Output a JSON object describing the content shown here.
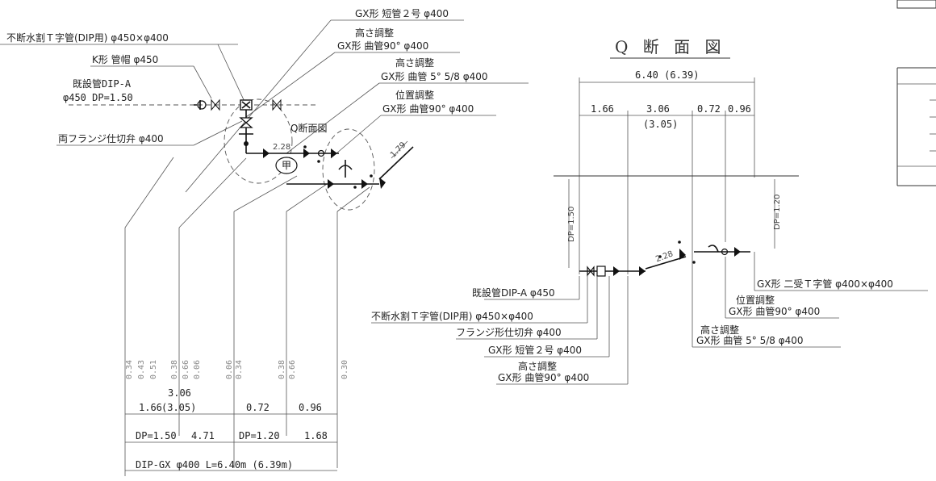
{
  "left_plan": {
    "labels": {
      "short_pipe": "GX形 短管２号 φ400",
      "tee": "不断水割Ｔ字管(DIP用) φ450×φ400",
      "height_adj1": "高さ調整",
      "bend90_a": "GX形 曲管90° φ400",
      "cap": "K形 管帽 φ450",
      "height_adj2": "高さ調整",
      "bend5": "GX形 曲管 5° 5/8 φ400",
      "existing": "既設管DIP-A",
      "existing_dp": "φ450 DP=1.50",
      "pos_adj": "位置調整",
      "bend90_b": "GX形 曲管90° φ400",
      "valve": "両フランジ仕切弁 φ400",
      "q_callout": "Q断面図",
      "pipe_len": "2.28",
      "kou": "甲",
      "angle_len": "1.79"
    },
    "offsets": [
      "0.34",
      "0.43",
      "0.51",
      "0.38",
      "0.66",
      "0.06",
      "0.06",
      "0.34",
      "0.38",
      "0.66",
      "0.30"
    ],
    "dims": {
      "d1": "1.66",
      "d2": "3.06",
      "d2b": "(3.05)",
      "d3": "0.72",
      "d4": "0.96",
      "dp1": "DP=1.50",
      "seg1": "4.71",
      "dp2": "DP=1.20",
      "seg2": "1.68",
      "total": "DIP-GX  φ400  L=6.40m  (6.39m)"
    }
  },
  "q_section": {
    "title": "Q 断 面 図",
    "total": "6.40 (6.39)",
    "d1": "1.66",
    "d2": "3.06",
    "d2b": "(3.05)",
    "d3": "0.72",
    "d4": "0.96",
    "dp_left": "DP=1.50",
    "dp_right": "DP=1.20",
    "pipe_len": "2.28",
    "labels": {
      "existing": "既設管DIP-A φ450",
      "tee": "不断水割Ｔ字管(DIP用) φ450×φ400",
      "valve": "フランジ形仕切弁 φ400",
      "short_pipe": "GX形 短管２号 φ400",
      "height_adj": "高さ調整",
      "bend90": "GX形 曲管90° φ400",
      "double_tee": "GX形 二受Ｔ字管 φ400×φ400",
      "pos_adj": "位置調整",
      "bend90_b": "GX形 曲管90° φ400",
      "height_adj2": "高さ調整",
      "bend5": "GX形 曲管 5° 5/8 φ400"
    }
  }
}
